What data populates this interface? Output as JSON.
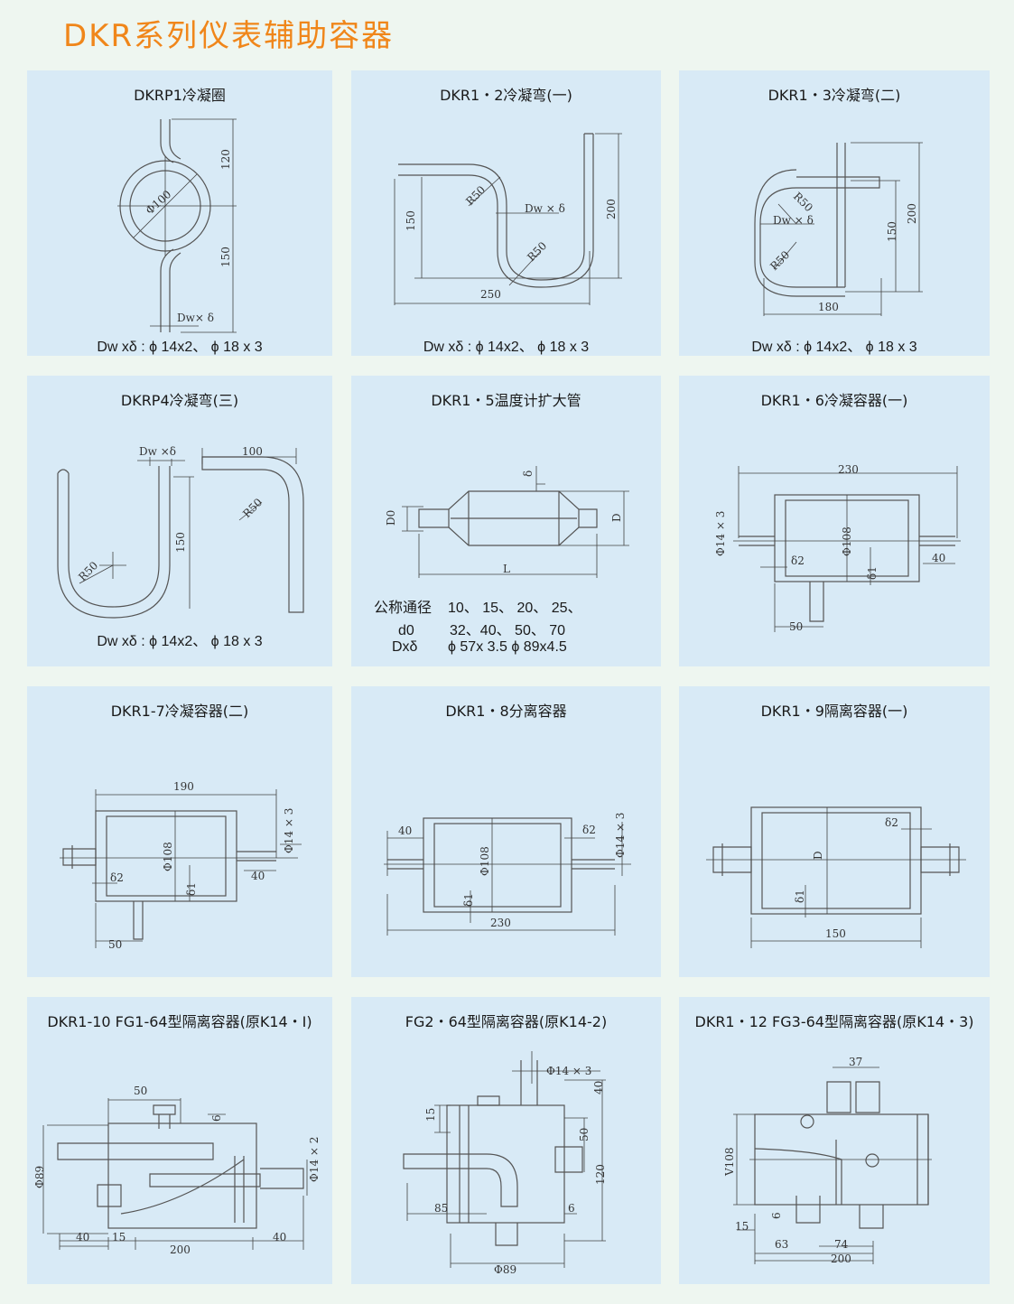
{
  "page_title": "DKR系列仪表辅助容器",
  "panels": [
    {
      "title": "DKRP1冷凝圈",
      "footer": "Dw xδ : ϕ 14x2、 ϕ 18 x 3",
      "dims": [
        "120",
        "150",
        "Φ100",
        "Dw× δ"
      ]
    },
    {
      "title": "DKR1・2冷凝弯(一)",
      "footer": "Dw xδ : ϕ 14x2、 ϕ 18 x 3",
      "dims": [
        "150",
        "200",
        "250",
        "R50",
        "R50",
        "Dw × δ"
      ]
    },
    {
      "title": "DKR1・3冷凝弯(二)",
      "footer": "Dw xδ : ϕ 14x2、 ϕ 18 x 3",
      "dims": [
        "180",
        "150",
        "200",
        "R50",
        "R50",
        "Dw × δ"
      ]
    },
    {
      "title": "DKRP4冷凝弯(三)",
      "footer": "Dw xδ : ϕ 14x2、 ϕ 18 x 3",
      "dims": [
        "Dw ×δ",
        "100",
        "150",
        "R50",
        "R50"
      ]
    },
    {
      "title": "DKR1・5温度计扩大管",
      "dims": [
        "δ",
        "D0",
        "D",
        "L"
      ],
      "spec_rows": [
        {
          "label": "公称通径",
          "value": "10、 15、 20、 25、"
        },
        {
          "label": "d0",
          "value": "32、40、 50、 70"
        },
        {
          "label": "Dxδ",
          "value": "ϕ 57x 3.5  ϕ 89x4.5"
        }
      ]
    },
    {
      "title": "DKR1・6冷凝容器(一)",
      "dims": [
        "230",
        "Φ14 × 3",
        "Φ108",
        "δ2",
        "δ1",
        "40",
        "50"
      ]
    },
    {
      "title": "DKR1-7冷凝容器(二)",
      "dims": [
        "190",
        "Φ14 × 3",
        "Φ108",
        "δ2",
        "δ1",
        "40",
        "50"
      ]
    },
    {
      "title": "DKR1・8分离容器",
      "dims": [
        "40",
        "δ2",
        "Φ14 × 3",
        "Φ108",
        "δ1",
        "230"
      ]
    },
    {
      "title": "DKR1・9隔离容器(一)",
      "dims": [
        "δ2",
        "D",
        "δ1",
        "150"
      ]
    },
    {
      "title": "DKR1-10 FG1-64型隔离容器(原K14・I)",
      "dims": [
        "50",
        "6",
        "Φ89",
        "Φ14 × 2",
        "40",
        "15",
        "200",
        "40"
      ]
    },
    {
      "title": "FG2・64型隔离容器(原K14-2)",
      "dims": [
        "Φ14 × 3",
        "40",
        "15",
        "50",
        "120",
        "85",
        "6",
        "Φ89"
      ]
    },
    {
      "title": "DKR1・12 FG3-64型隔离容器(原K14・3)",
      "dims": [
        "37",
        "V108",
        "15",
        "6",
        "63",
        "74",
        "200"
      ]
    }
  ]
}
